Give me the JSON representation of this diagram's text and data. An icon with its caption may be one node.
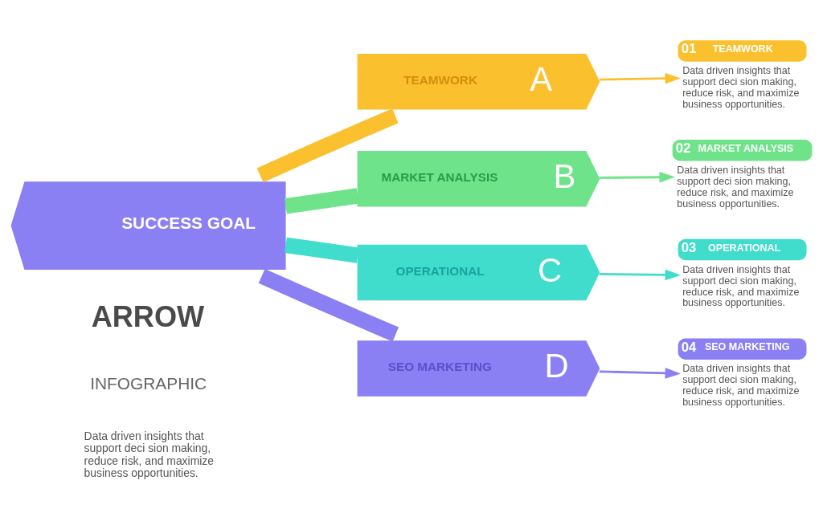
{
  "diagram": {
    "nodes": [
      {
        "text": [
          "SUCCESS GOAL"
        ]
      },
      {
        "text": [
          "TEAMWORK",
          "A"
        ]
      },
      {
        "text": [
          "MARKET ANALYSIS",
          "B"
        ]
      },
      {
        "text": [
          "OPERATIONAL",
          "C"
        ]
      },
      {
        "text": [
          "SEO MARKETING",
          "D"
        ]
      },
      {
        "text": [
          "01",
          "TEAMWORK"
        ],
        "beside": [
          "Data driven insights that support deci sion making, reduce risk, and maximize business opportunities."
        ]
      },
      {
        "text": [
          "02",
          "MARKET ANALYSIS"
        ],
        "beside": [
          "Data driven insights that support deci sion making, reduce risk, and maximize business opportunities."
        ]
      },
      {
        "text": [
          "03",
          "OPERATIONAL"
        ],
        "beside": [
          "Data driven insights that support deci sion making, reduce risk, and maximize business opportunities."
        ]
      },
      {
        "text": [
          "04",
          "SEO MARKETING"
        ],
        "beside": [
          "Data driven insights that support deci sion making, reduce risk, and maximize business opportunities."
        ]
      }
    ],
    "edges": [
      {
        "from": 0,
        "to": 1,
        "arrow": "none",
        "style": "thick",
        "color": "#fbc02d"
      },
      {
        "from": 0,
        "to": 2,
        "arrow": "none",
        "style": "thick",
        "color": "#6ee38a"
      },
      {
        "from": 0,
        "to": 3,
        "arrow": "none",
        "style": "thick",
        "color": "#40dccc"
      },
      {
        "from": 0,
        "to": 4,
        "arrow": "none",
        "style": "thick",
        "color": "#8a80f4"
      },
      {
        "from": 1,
        "to": 5,
        "arrow": "to",
        "color": "#fbc02d"
      },
      {
        "from": 2,
        "to": 6,
        "arrow": "to",
        "color": "#6ee38a"
      },
      {
        "from": 3,
        "to": 7,
        "arrow": "to",
        "color": "#40dccc"
      },
      {
        "from": 4,
        "to": 8,
        "arrow": "to",
        "color": "#8a80f4"
      }
    ],
    "labels": [
      "ARROW",
      "INFOGRAPHIC",
      "Data driven insights that support deci sion making, reduce risk, and maximize business opportunities."
    ]
  }
}
